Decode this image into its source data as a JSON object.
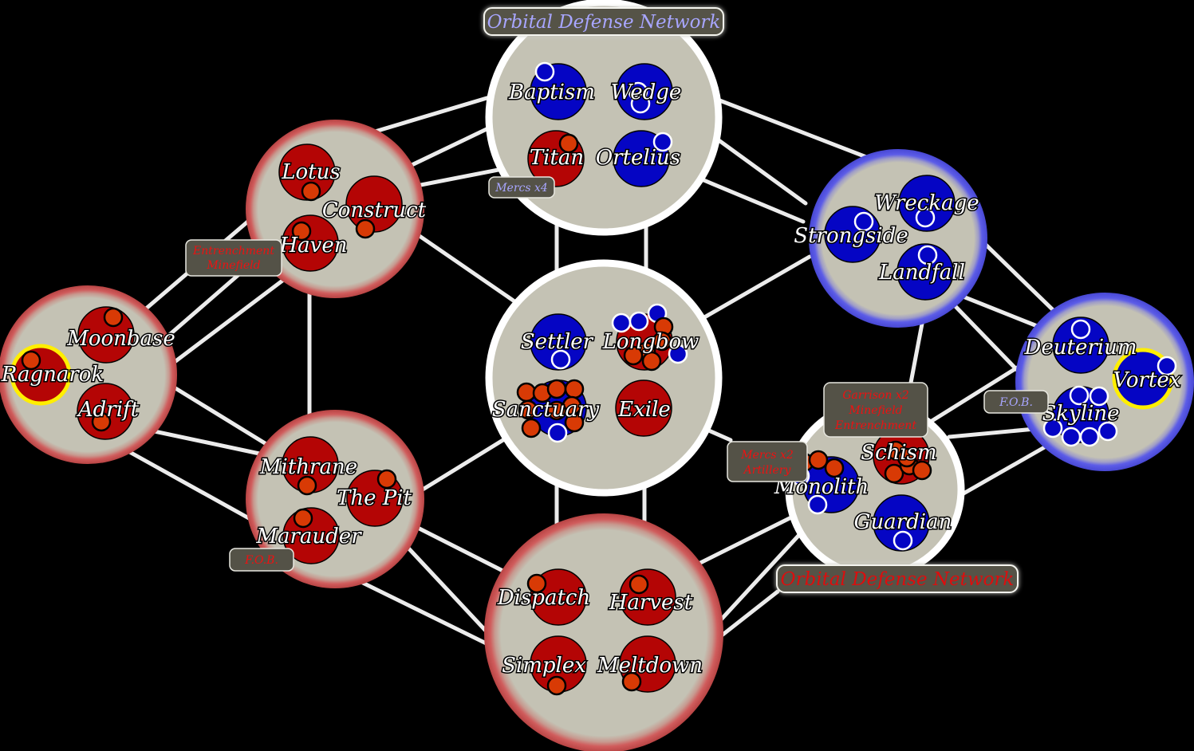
{
  "colors": {
    "background": "#000000",
    "region_fill": "#c4c2b4",
    "red_faction": "#b40505",
    "blue_faction": "#0505c4",
    "unit_red": "#d83a05",
    "unit_blue": "#0505c4",
    "red_glow": "#d05c5c",
    "blue_glow": "#5c5ce8",
    "neutral_ring": "#ffffff",
    "capital_ring": "#ffee00",
    "tag_bg": "#545247",
    "link": "#ececec"
  },
  "banners": {
    "top": "Orbital Defense Network",
    "bottom": "Orbital Defense Network"
  },
  "tags": {
    "entrenchment_minefield": {
      "line1": "Entrenchment",
      "line2": "Minefield"
    },
    "mercs_x4": "Mercs x4",
    "fob_left": "F.O.B.",
    "fob_right": "F.O.B.",
    "mercs_artillery": {
      "line1": "Mercs x2",
      "line2": "Artillery"
    },
    "garrison": {
      "line1": "Garrison x2",
      "line2": "Minefield",
      "line3": "Entrenchment"
    }
  },
  "regions": [
    {
      "id": "north",
      "border": "neutral"
    },
    {
      "id": "northwest",
      "border": "red"
    },
    {
      "id": "west",
      "border": "red"
    },
    {
      "id": "southwest",
      "border": "red"
    },
    {
      "id": "center",
      "border": "neutral"
    },
    {
      "id": "south",
      "border": "red"
    },
    {
      "id": "northeast",
      "border": "blue"
    },
    {
      "id": "east",
      "border": "blue"
    },
    {
      "id": "southeast",
      "border": "neutral"
    }
  ],
  "territories": {
    "baptism": {
      "name": "Baptism",
      "owner": "blue",
      "units": 1
    },
    "wedge": {
      "name": "Wedge",
      "owner": "blue",
      "units": 2
    },
    "titan": {
      "name": "Titan",
      "owner": "red",
      "units": 1
    },
    "ortelius": {
      "name": "Ortelius",
      "owner": "blue",
      "units": 1
    },
    "lotus": {
      "name": "Lotus",
      "owner": "red",
      "units": 1
    },
    "construct": {
      "name": "Construct",
      "owner": "red",
      "units": 1
    },
    "haven": {
      "name": "Haven",
      "owner": "red",
      "units": 1
    },
    "moonbase": {
      "name": "Moonbase",
      "owner": "red",
      "units": 1
    },
    "ragnarok": {
      "name": "Ragnarok",
      "owner": "red",
      "units": 1,
      "capital": true
    },
    "adrift": {
      "name": "Adrift",
      "owner": "red",
      "units": 1
    },
    "mithrane": {
      "name": "Mithrane",
      "owner": "red",
      "units": 1
    },
    "thepit": {
      "name": "The Pit",
      "owner": "red",
      "units": 1
    },
    "marauder": {
      "name": "Marauder",
      "owner": "red",
      "units": 1
    },
    "settler": {
      "name": "Settler",
      "owner": "blue",
      "units": 1
    },
    "longbow": {
      "name": "Longbow",
      "owner": "red",
      "units": 10
    },
    "sanctuary": {
      "name": "Sanctuary",
      "owner": "blue",
      "units": 11
    },
    "exile": {
      "name": "Exile",
      "owner": "red",
      "units": 0
    },
    "dispatch": {
      "name": "Dispatch",
      "owner": "red",
      "units": 1
    },
    "harvest": {
      "name": "Harvest",
      "owner": "red",
      "units": 1
    },
    "simplex": {
      "name": "Simplex",
      "owner": "red",
      "units": 1
    },
    "meltdown": {
      "name": "Meltdown",
      "owner": "red",
      "units": 1
    },
    "wreckage": {
      "name": "Wreckage",
      "owner": "blue",
      "units": 1
    },
    "strongside": {
      "name": "Strongside",
      "owner": "blue",
      "units": 1
    },
    "landfall": {
      "name": "Landfall",
      "owner": "blue",
      "units": 1
    },
    "deuterium": {
      "name": "Deuterium",
      "owner": "blue",
      "units": 1
    },
    "vortex": {
      "name": "Vortex",
      "owner": "blue",
      "units": 1,
      "capital": true
    },
    "skyline": {
      "name": "Skyline",
      "owner": "blue",
      "units": 6
    },
    "schism": {
      "name": "Schism",
      "owner": "red",
      "units": 5
    },
    "monolith": {
      "name": "Monolith",
      "owner": "blue",
      "units": 5
    },
    "guardian": {
      "name": "Guardian",
      "owner": "blue",
      "units": 1
    }
  }
}
